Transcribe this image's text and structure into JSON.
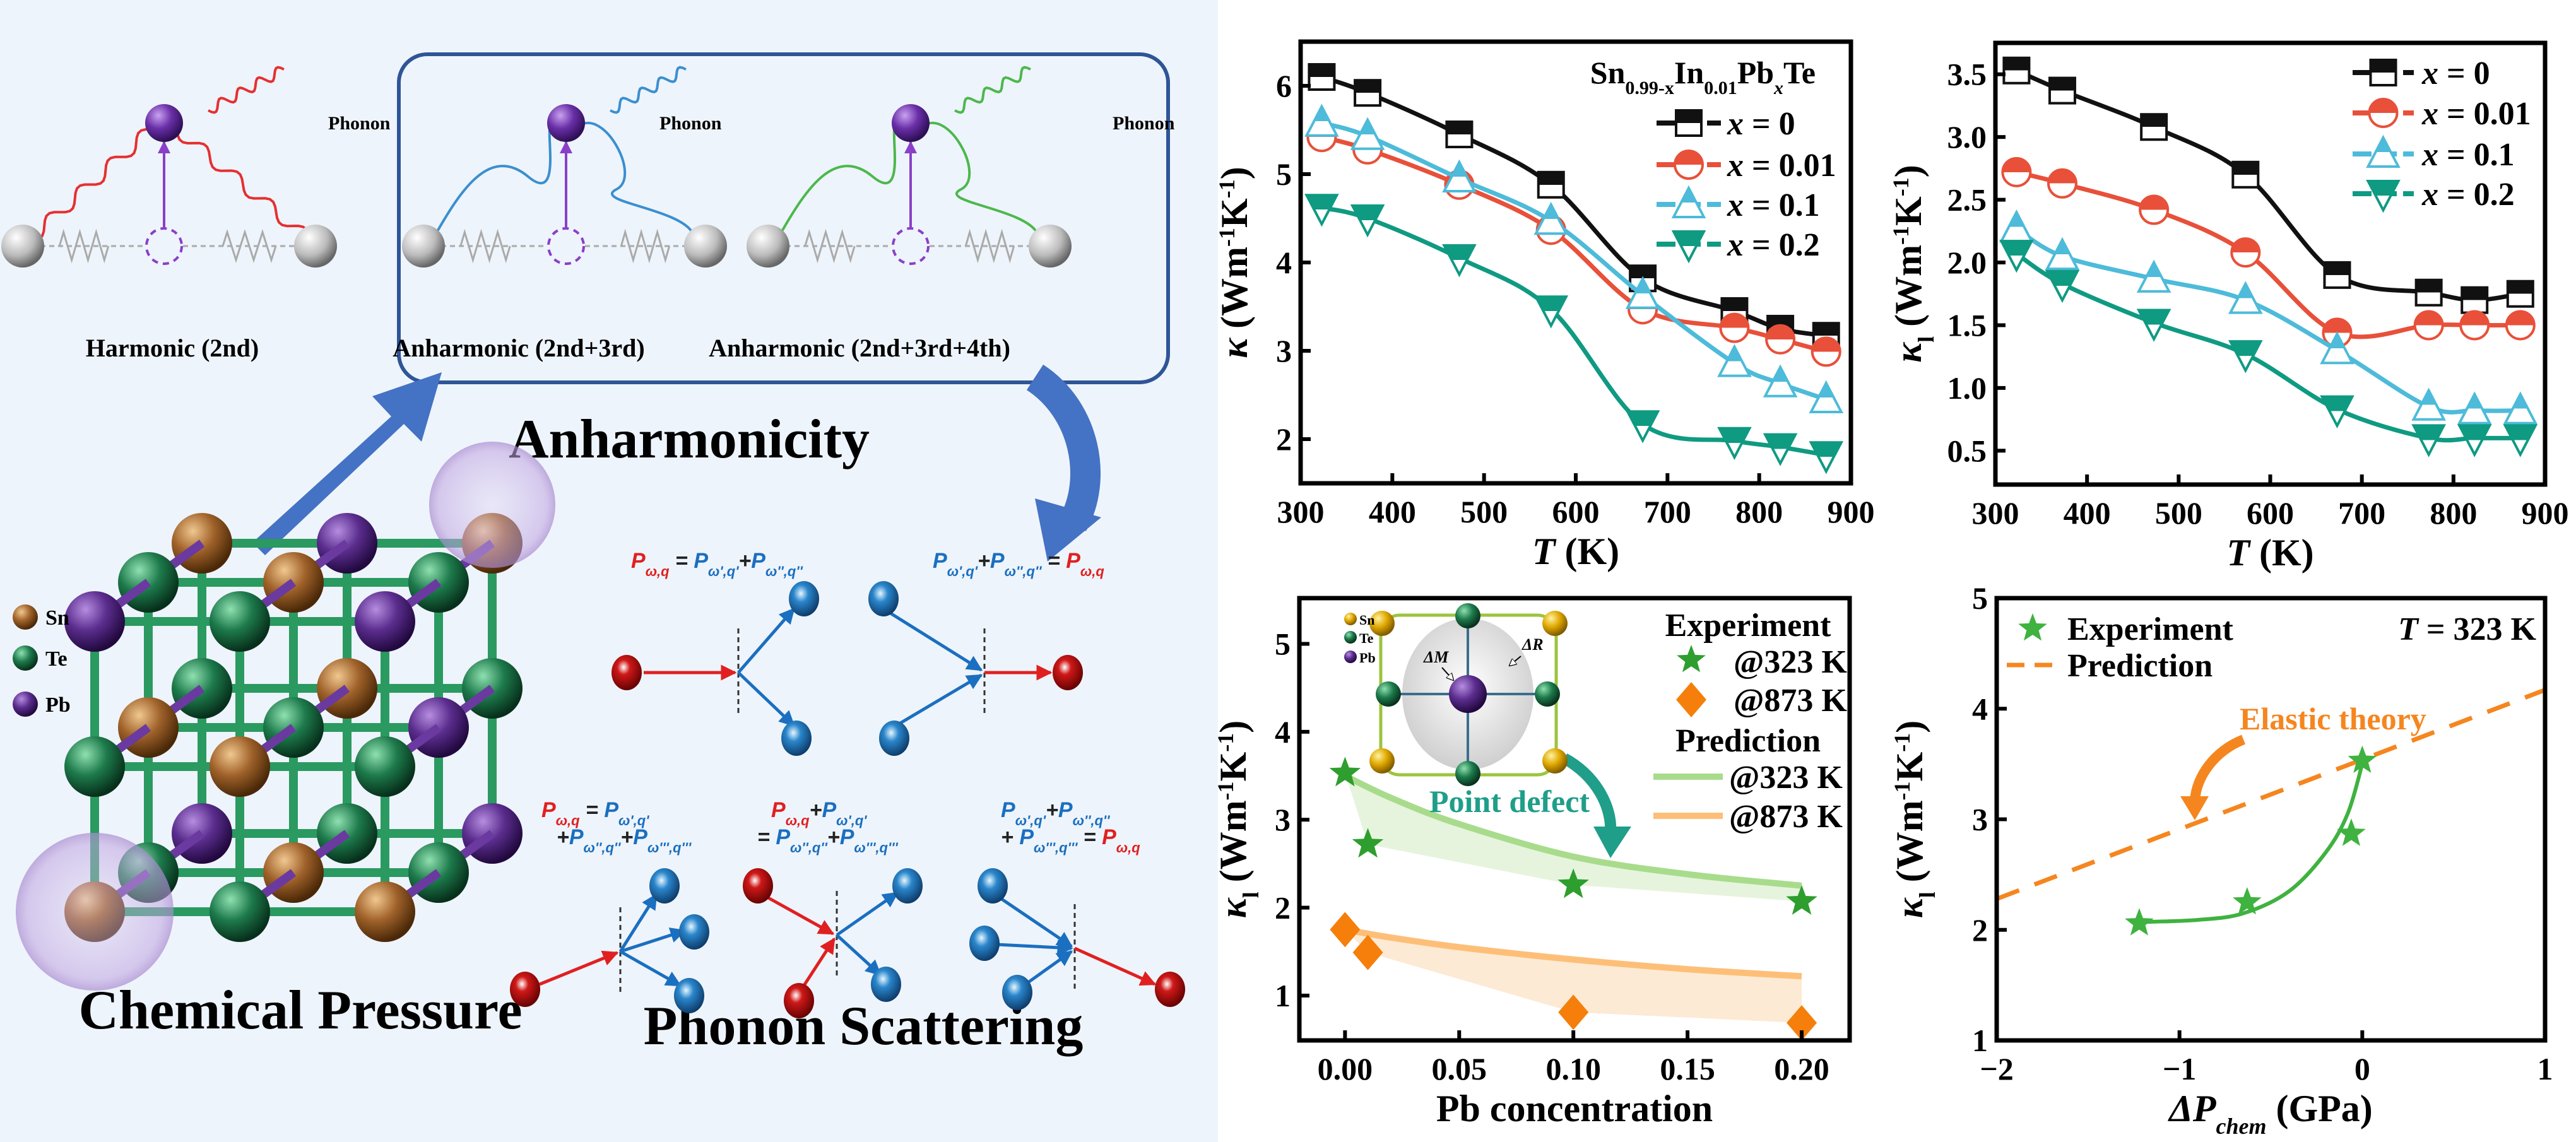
{
  "schematic": {
    "phonon_label": "Phonon",
    "harmonic_label": "Harmonic  (2nd)",
    "anharmonic3_label": "Anharmonic (2nd+3rd)",
    "anharmonic4_label": "Anharmonic (2nd+3rd+4th)",
    "anharmonicity_title": "Anharmonicity",
    "chemical_pressure_title": "Chemical Pressure",
    "phonon_scattering_title": "Phonon Scattering",
    "elements": [
      "Sn",
      "Te",
      "Pb"
    ],
    "colors": {
      "Sn": "#a0622a",
      "Te": "#1d7a4b",
      "Pb": "#5b2d8e",
      "accent": "#4472c4"
    },
    "equations": [
      [
        [
          {
            "t": "P",
            "s": "ω,q",
            "c": "#e02020"
          },
          {
            "t": " = ",
            "c": "#222"
          },
          {
            "t": "P",
            "s": "ω',q'",
            "c": "#1a6fc0"
          },
          {
            "t": "+",
            "c": "#222"
          },
          {
            "t": "P",
            "s": "ω'',q''",
            "c": "#1a6fc0"
          }
        ]
      ],
      [
        [
          {
            "t": "P",
            "s": "ω',q'",
            "c": "#1a6fc0"
          },
          {
            "t": "+",
            "c": "#222"
          },
          {
            "t": "P",
            "s": "ω'',q''",
            "c": "#1a6fc0"
          },
          {
            "t": " = ",
            "c": "#222"
          },
          {
            "t": "P",
            "s": "ω,q",
            "c": "#e02020"
          }
        ]
      ],
      [
        [
          {
            "t": "P",
            "s": "ω,q",
            "c": "#e02020"
          },
          {
            "t": " = ",
            "c": "#222"
          },
          {
            "t": "P",
            "s": "ω',q'",
            "c": "#1a6fc0"
          }
        ],
        [
          {
            "t": "+",
            "c": "#222"
          },
          {
            "t": "P",
            "s": "ω'',q''",
            "c": "#1a6fc0"
          },
          {
            "t": "+",
            "c": "#222"
          },
          {
            "t": "P",
            "s": "ω''',q'''",
            "c": "#1a6fc0"
          }
        ]
      ],
      [
        [
          {
            "t": "P",
            "s": "ω,q",
            "c": "#e02020"
          },
          {
            "t": "+",
            "c": "#222"
          },
          {
            "t": "P",
            "s": "ω',q'",
            "c": "#1a6fc0"
          }
        ],
        [
          {
            "t": "= ",
            "c": "#222"
          },
          {
            "t": "P",
            "s": "ω'',q''",
            "c": "#1a6fc0"
          },
          {
            "t": "+",
            "c": "#222"
          },
          {
            "t": "P",
            "s": "ω''',q'''",
            "c": "#1a6fc0"
          }
        ]
      ],
      [
        [
          {
            "t": "P",
            "s": "ω',q'",
            "c": "#1a6fc0"
          },
          {
            "t": "+",
            "c": "#222"
          },
          {
            "t": "P",
            "s": "ω'',q''",
            "c": "#1a6fc0"
          }
        ],
        [
          {
            "t": "+ ",
            "c": "#222"
          },
          {
            "t": "P",
            "s": "ω''',q'''",
            "c": "#1a6fc0"
          },
          {
            "t": " = ",
            "c": "#222"
          },
          {
            "t": "P",
            "s": "ω,q",
            "c": "#e02020"
          }
        ]
      ]
    ]
  },
  "chart_data": [
    {
      "type": "line",
      "title_parts": [
        {
          "t": "Sn"
        },
        {
          "t": "0.99-x",
          "sub": true
        },
        {
          "t": "In"
        },
        {
          "t": "0.01",
          "sub": true
        },
        {
          "t": "Pb"
        },
        {
          "t": "x",
          "sub": true,
          "i": true
        },
        {
          "t": "Te"
        }
      ],
      "xlabel_parts": [
        {
          "t": "T",
          "i": true
        },
        {
          "t": " (K)"
        }
      ],
      "ylabel_parts": [
        {
          "t": "κ",
          "i": true
        },
        {
          "t": " (Wm"
        },
        {
          "t": "-1",
          "sup": true
        },
        {
          "t": "K"
        },
        {
          "t": "-1",
          "sup": true
        },
        {
          "t": ")"
        }
      ],
      "xlim": [
        300,
        900
      ],
      "ylim": [
        1.5,
        6.5
      ],
      "xticks": [
        300,
        400,
        500,
        600,
        700,
        800,
        900
      ],
      "xtick_labels": [
        "300",
        "400",
        "500",
        "600",
        "700",
        "800",
        "900"
      ],
      "yticks": [
        2,
        3,
        4,
        5,
        6
      ],
      "ytick_labels": [
        "2",
        "3",
        "4",
        "5",
        "6"
      ],
      "legend": "top-right",
      "x": [
        323,
        373,
        473,
        573,
        673,
        773,
        823,
        873
      ],
      "series": [
        {
          "label_parts": [
            {
              "t": "x",
              "i": true
            },
            {
              "t": " = 0"
            }
          ],
          "marker": "square",
          "color": "#111111",
          "values": [
            6.1,
            5.92,
            5.45,
            4.88,
            3.82,
            3.45,
            3.25,
            3.17
          ]
        },
        {
          "label_parts": [
            {
              "t": "x",
              "i": true
            },
            {
              "t": " = 0.01"
            }
          ],
          "marker": "circle",
          "color": "#e8503a",
          "values": [
            5.42,
            5.28,
            4.88,
            4.37,
            3.47,
            3.26,
            3.13,
            2.99
          ]
        },
        {
          "label_parts": [
            {
              "t": "x",
              "i": true
            },
            {
              "t": " = 0.1"
            }
          ],
          "marker": "triangle-up",
          "color": "#4dbbd9",
          "values": [
            5.58,
            5.43,
            4.95,
            4.47,
            3.63,
            2.86,
            2.63,
            2.45
          ]
        },
        {
          "label_parts": [
            {
              "t": "x",
              "i": true
            },
            {
              "t": " = 0.2"
            }
          ],
          "marker": "triangle-down",
          "color": "#0f9a82",
          "values": [
            4.62,
            4.5,
            4.05,
            3.47,
            2.17,
            1.98,
            1.91,
            1.82
          ]
        }
      ]
    },
    {
      "type": "line",
      "xlabel_parts": [
        {
          "t": "T",
          "i": true
        },
        {
          "t": " (K)"
        }
      ],
      "ylabel_parts": [
        {
          "t": "κ",
          "i": true
        },
        {
          "t": "l",
          "sub": true
        },
        {
          "t": " (Wm"
        },
        {
          "t": "-1",
          "sup": true
        },
        {
          "t": "K"
        },
        {
          "t": "-1",
          "sup": true
        },
        {
          "t": ")"
        }
      ],
      "xlim": [
        300,
        900
      ],
      "ylim": [
        0.23,
        3.75
      ],
      "xticks": [
        300,
        400,
        500,
        600,
        700,
        800,
        900
      ],
      "xtick_labels": [
        "300",
        "400",
        "500",
        "600",
        "700",
        "800",
        "900"
      ],
      "yticks": [
        0.5,
        1.0,
        1.5,
        2.0,
        2.5,
        3.0,
        3.5
      ],
      "ytick_labels": [
        "0.5",
        "1.0",
        "1.5",
        "2.0",
        "2.5",
        "3.0",
        "3.5"
      ],
      "legend": "top-right",
      "x": [
        323,
        373,
        473,
        573,
        673,
        773,
        823,
        873
      ],
      "series": [
        {
          "label_parts": [
            {
              "t": "x",
              "i": true
            },
            {
              "t": " = 0"
            }
          ],
          "marker": "square",
          "color": "#111111",
          "values": [
            3.53,
            3.37,
            3.08,
            2.7,
            1.9,
            1.76,
            1.7,
            1.75
          ]
        },
        {
          "label_parts": [
            {
              "t": "x",
              "i": true
            },
            {
              "t": " = 0.01"
            }
          ],
          "marker": "circle",
          "color": "#e8503a",
          "values": [
            2.72,
            2.63,
            2.42,
            2.08,
            1.44,
            1.5,
            1.5,
            1.5
          ]
        },
        {
          "label_parts": [
            {
              "t": "x",
              "i": true
            },
            {
              "t": " = 0.1"
            }
          ],
          "marker": "triangle-up",
          "color": "#4dbbd9",
          "values": [
            2.27,
            2.05,
            1.87,
            1.7,
            1.3,
            0.85,
            0.82,
            0.82
          ]
        },
        {
          "label_parts": [
            {
              "t": "x",
              "i": true
            },
            {
              "t": " = 0.2"
            }
          ],
          "marker": "triangle-down",
          "color": "#0f9a82",
          "values": [
            2.07,
            1.83,
            1.52,
            1.27,
            0.83,
            0.6,
            0.6,
            0.6
          ]
        }
      ]
    },
    {
      "type": "scatter",
      "xlabel_parts": [
        {
          "t": "Pb concentration"
        }
      ],
      "ylabel_parts": [
        {
          "t": "κ",
          "i": true
        },
        {
          "t": "l",
          "sub": true
        },
        {
          "t": " (Wm"
        },
        {
          "t": "-1",
          "sup": true
        },
        {
          "t": "K"
        },
        {
          "t": "-1",
          "sup": true
        },
        {
          "t": ")"
        }
      ],
      "xlim": [
        -0.02,
        0.221
      ],
      "ylim": [
        0.49,
        5.52
      ],
      "xticks": [
        0,
        0.05,
        0.1,
        0.15,
        0.2
      ],
      "xtick_labels": [
        "0.00",
        "0.05",
        "0.10",
        "0.15",
        "0.20"
      ],
      "yticks": [
        1,
        2,
        3,
        4,
        5
      ],
      "ytick_labels": [
        "1",
        "2",
        "3",
        "4",
        "5"
      ],
      "legend": "top-right",
      "legend_headers": {
        "experiment": "Experiment",
        "prediction": "Prediction"
      },
      "experiment": [
        {
          "label": "@323 K",
          "marker": "star",
          "color": "#2e9e2e",
          "x": [
            0,
            0.01,
            0.1,
            0.2
          ],
          "y": [
            3.53,
            2.72,
            2.26,
            2.07
          ]
        },
        {
          "label": "@873 K",
          "marker": "diamond",
          "color": "#f57f0a",
          "x": [
            0,
            0.01,
            0.1,
            0.2
          ],
          "y": [
            1.75,
            1.49,
            0.81,
            0.69
          ]
        }
      ],
      "prediction": [
        {
          "label": "@323 K",
          "color": "#a8dc8c",
          "band": "#e6f4dd",
          "x": [
            0,
            0.02,
            0.05,
            0.1,
            0.15,
            0.2
          ],
          "y": [
            3.5,
            3.25,
            2.95,
            2.58,
            2.38,
            2.25
          ]
        },
        {
          "label": "@873 K",
          "color": "#fdbf78",
          "band": "#fdead4",
          "x": [
            0,
            0.02,
            0.05,
            0.1,
            0.15,
            0.2
          ],
          "y": [
            1.75,
            1.66,
            1.55,
            1.41,
            1.3,
            1.22
          ]
        }
      ],
      "annotation": {
        "text": "Point defect",
        "color": "#1f9e89"
      },
      "inset": {
        "labels": [
          "Sn",
          "Te",
          "Pb"
        ],
        "delta_m": "ΔM",
        "delta_r": "ΔR"
      }
    },
    {
      "type": "scatter",
      "xlabel_parts": [
        {
          "t": "ΔP",
          "i": true
        },
        {
          "t": "chem",
          "sub": true,
          "i": true
        },
        {
          "t": " (GPa)"
        }
      ],
      "ylabel_parts": [
        {
          "t": "κ",
          "i": true
        },
        {
          "t": "l",
          "sub": true
        },
        {
          "t": " (Wm"
        },
        {
          "t": "-1",
          "sup": true
        },
        {
          "t": "K"
        },
        {
          "t": "-1",
          "sup": true
        },
        {
          "t": ")"
        }
      ],
      "xlim": [
        -2,
        1
      ],
      "ylim": [
        1,
        5
      ],
      "xticks": [
        -2,
        -1,
        0,
        1
      ],
      "xtick_labels": [
        "−2",
        "−1",
        "0",
        "1"
      ],
      "yticks": [
        1,
        2,
        3,
        4,
        5
      ],
      "ytick_labels": [
        "1",
        "2",
        "3",
        "4",
        "5"
      ],
      "legend": "top-left",
      "experiment": {
        "label": "Experiment",
        "color": "#3fb23f",
        "x": [
          -1.22,
          -0.63,
          -0.06,
          0
        ],
        "y": [
          2.06,
          2.25,
          2.87,
          3.53
        ]
      },
      "experiment_fit": {
        "x": [
          -1.22,
          -0.9,
          -0.65,
          -0.4,
          -0.2,
          -0.08,
          0
        ],
        "y": [
          2.07,
          2.09,
          2.15,
          2.35,
          2.7,
          3.05,
          3.5
        ]
      },
      "prediction": {
        "label": "Prediction",
        "color": "#f5861f",
        "x": [
          -2,
          1
        ],
        "y": [
          2.28,
          4.17
        ]
      },
      "annotation": {
        "text": "Elastic theory",
        "color": "#f5861f"
      },
      "condition_parts": [
        {
          "t": "T",
          "i": true
        },
        {
          "t": " = 323 K"
        }
      ]
    }
  ]
}
